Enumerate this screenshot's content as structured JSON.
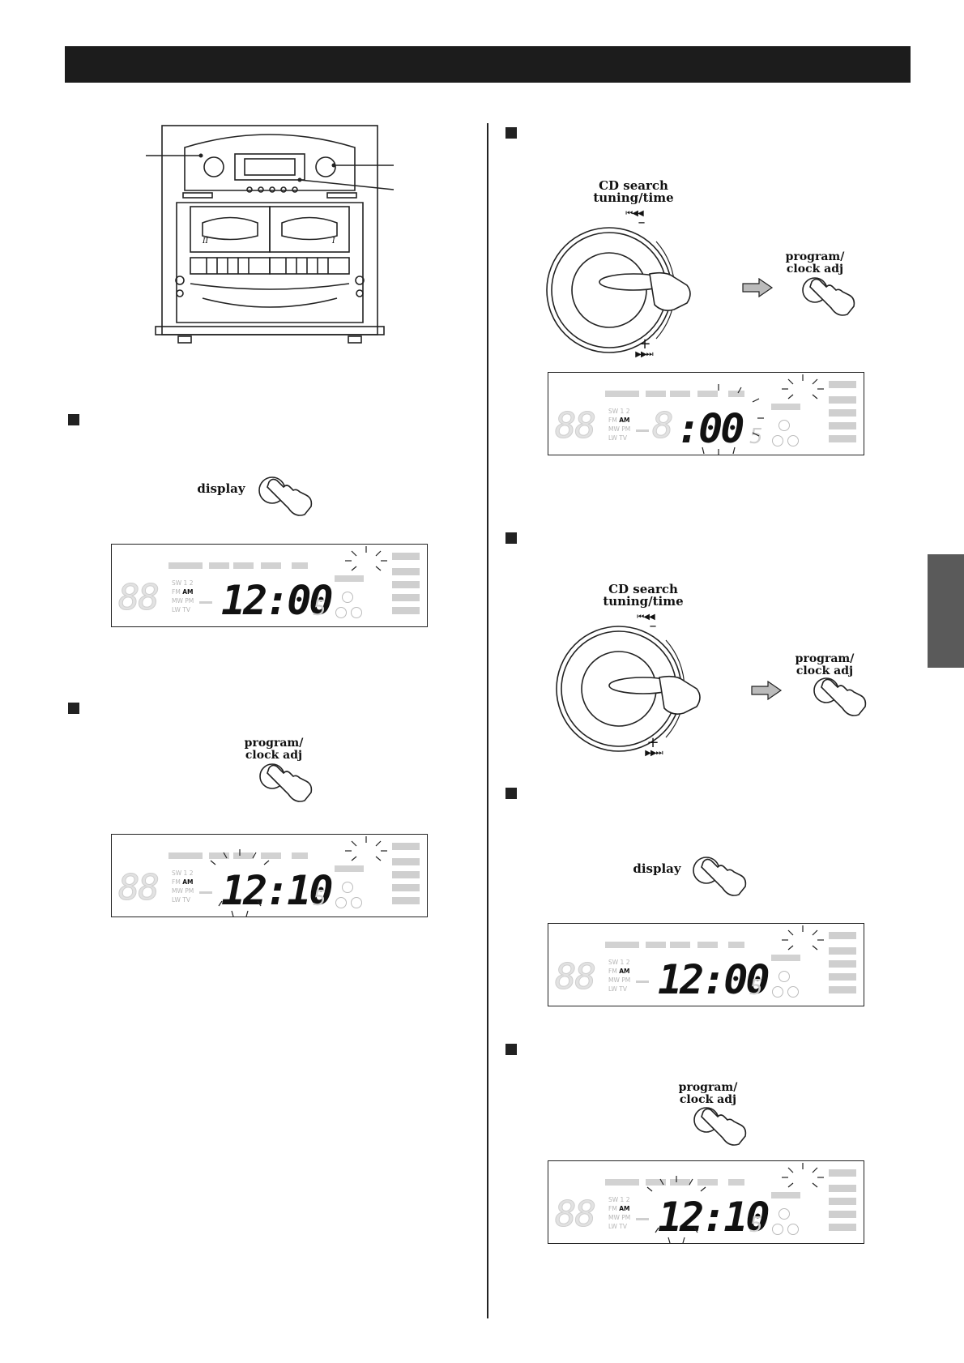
{
  "labels": {
    "display": "display",
    "program_clock_adj": [
      "program/",
      "clock adj"
    ],
    "cd_search_tuning_time": [
      "CD search",
      "tuning/time"
    ]
  },
  "symbols": {
    "minus": "–",
    "plus": "+",
    "skip_back": "⏮◀◀",
    "skip_fwd": "▶▶⏭"
  },
  "lcd": {
    "band_lines": [
      "SW  1 2",
      "FM",
      "AM",
      "MW  PM",
      "LW  TV"
    ],
    "dim_digits": "88",
    "dim_s": "5",
    "time_1200": "12:00",
    "time_blank_hour": ":00",
    "time_set": "12:10"
  },
  "colors": {
    "header_bar": "#1c1c1c",
    "side_tab": "#5a5a5a",
    "lcd_dim": "#cfcfcf",
    "lcd_active": "#111111"
  }
}
